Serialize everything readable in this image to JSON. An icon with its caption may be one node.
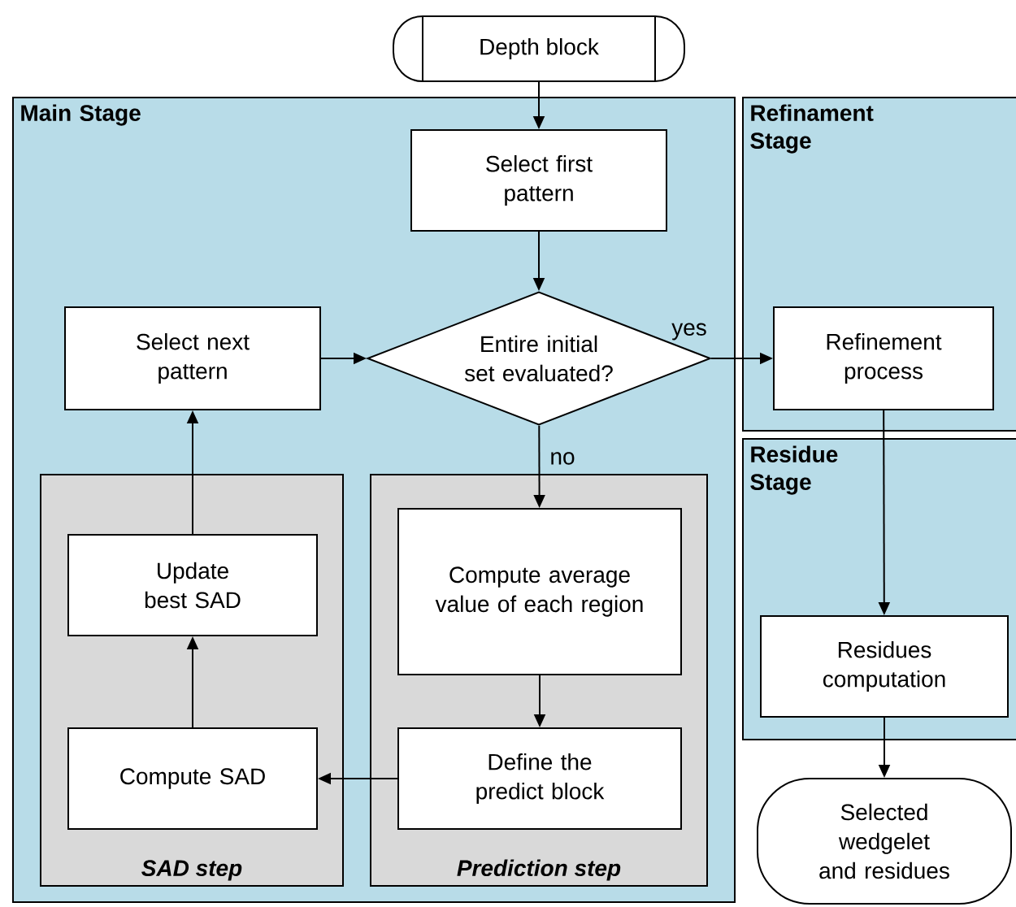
{
  "diagram": {
    "nodes": [
      {
        "text": [
          "Depth block"
        ]
      },
      {
        "text": [
          "Main Stage"
        ]
      },
      {
        "text": [
          "Refinament Stage"
        ]
      },
      {
        "text": [
          "Residue Stage"
        ]
      },
      {
        "text": [
          "Select first pattern"
        ],
        "in": 1
      },
      {
        "text": [
          "Entire initial set evaluated?"
        ],
        "in": 1
      },
      {
        "text": [
          "Select next pattern"
        ],
        "in": 1
      },
      {
        "text": [
          "SAD step"
        ],
        "in": 1
      },
      {
        "text": [
          "Prediction step"
        ],
        "in": 1
      },
      {
        "text": [
          "Update best SAD"
        ],
        "in": 7
      },
      {
        "text": [
          "Compute SAD"
        ],
        "in": 7
      },
      {
        "text": [
          "Compute average value of each region"
        ],
        "in": 8
      },
      {
        "text": [
          "Define the predict block"
        ],
        "in": 8
      },
      {
        "text": [
          "Refinement process"
        ],
        "in": 2
      },
      {
        "text": [
          "Residues computation"
        ],
        "in": 3
      },
      {
        "text": [
          "Selected wedgelet and residues"
        ]
      }
    ],
    "edges": [
      {
        "from": 0,
        "to": 4,
        "arrow": "to"
      },
      {
        "from": 4,
        "to": 5,
        "arrow": "to"
      },
      {
        "from": 5,
        "to": 13,
        "arrow": "to",
        "label": "yes"
      },
      {
        "from": 5,
        "to": 11,
        "arrow": "to",
        "label": "no"
      },
      {
        "from": 11,
        "to": 12,
        "arrow": "to"
      },
      {
        "from": 12,
        "to": 10,
        "arrow": "to"
      },
      {
        "from": 10,
        "to": 9,
        "arrow": "to"
      },
      {
        "from": 9,
        "to": 6,
        "arrow": "to"
      },
      {
        "from": 6,
        "to": 5,
        "arrow": "to"
      },
      {
        "from": 13,
        "to": 14,
        "arrow": "to"
      },
      {
        "from": 14,
        "to": 15,
        "arrow": "to"
      }
    ]
  }
}
